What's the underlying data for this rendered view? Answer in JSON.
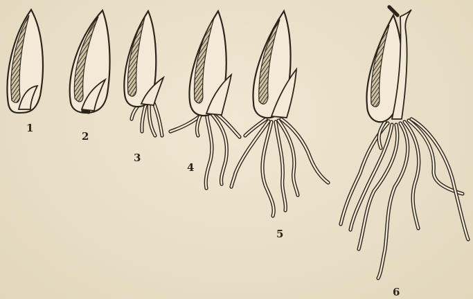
{
  "figure": {
    "labels": [
      "1",
      "2",
      "3",
      "4",
      "5",
      "6"
    ]
  },
  "colors": {
    "paper": "#e9e0c9",
    "ink": "#2a241b"
  }
}
